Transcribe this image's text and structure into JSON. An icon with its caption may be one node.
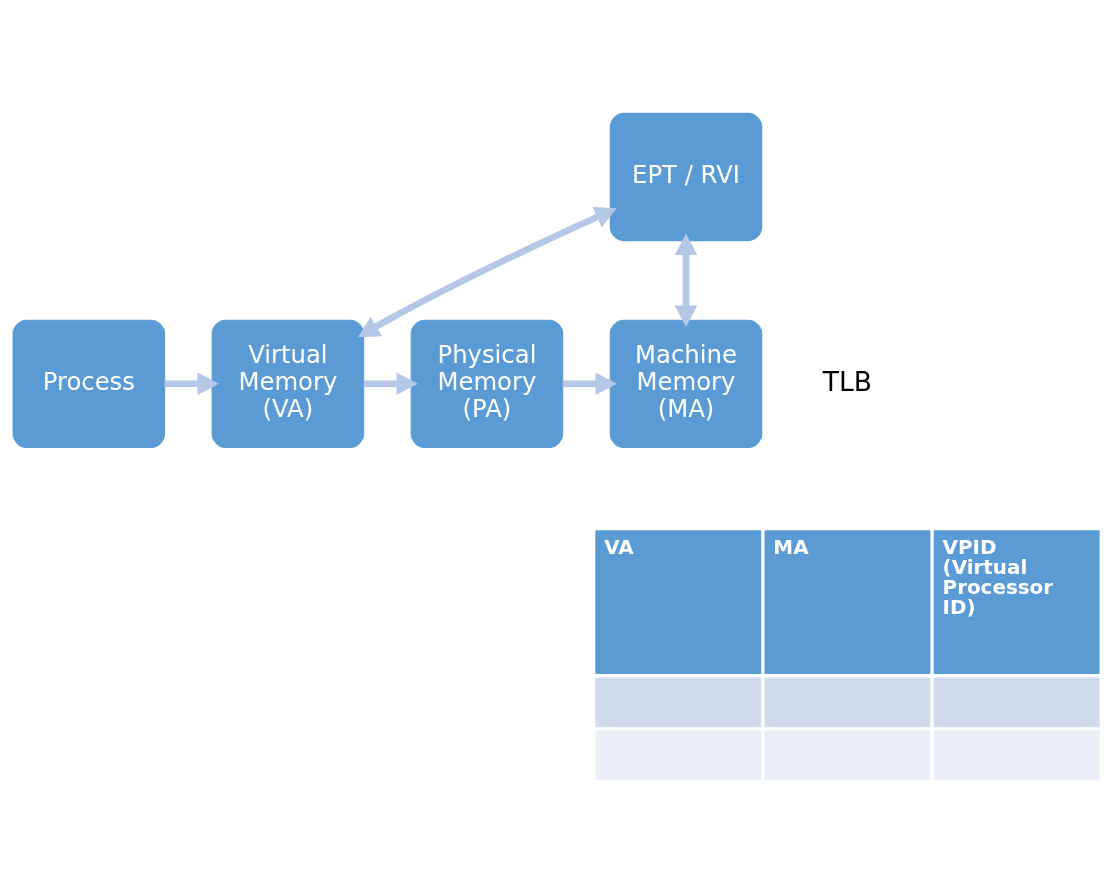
{
  "diagram": {
    "nodes": [
      {
        "text": [
          "Process"
        ]
      },
      {
        "text": [
          "Virtual Memory (VA)"
        ]
      },
      {
        "text": [
          "Physical Memory (PA)"
        ]
      },
      {
        "text": [
          "Machine Memory (MA)"
        ]
      },
      {
        "text": [
          "EPT / RVI"
        ]
      }
    ],
    "edges": [
      {
        "from": 0,
        "to": 1,
        "arrow": "to"
      },
      {
        "from": 1,
        "to": 2,
        "arrow": "to"
      },
      {
        "from": 2,
        "to": 3,
        "arrow": "to"
      },
      {
        "from": 4,
        "to": 1,
        "arrow": "both"
      },
      {
        "from": 4,
        "to": 3,
        "arrow": "both"
      }
    ],
    "labels": [
      "TLB",
      "VA",
      "MA",
      "VPID (Virtual Processor ID)"
    ]
  }
}
